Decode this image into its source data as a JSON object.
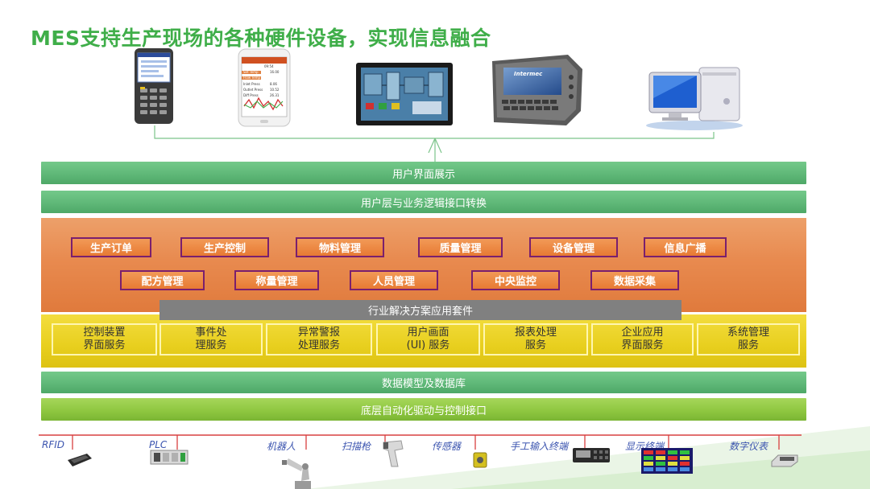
{
  "title": "MES支持生产现场的各种硬件设备，实现信息融合",
  "layers": {
    "ui_display": "用户界面展示",
    "interface_conversion": "用户层与业务逻辑接口转换",
    "industry_suite": "行业解决方案应用套件",
    "data_model": "数据模型及数据库",
    "automation_interface": "底层自动化驱动与控制接口"
  },
  "modules_row1": [
    "生产订单",
    "生产控制",
    "物料管理",
    "质量管理",
    "设备管理",
    "信息广播"
  ],
  "modules_row2": [
    "配方管理",
    "称量管理",
    "人员管理",
    "中央监控",
    "数据采集"
  ],
  "services": [
    {
      "line1": "控制装置",
      "line2": "界面服务"
    },
    {
      "line1": "事件处",
      "line2": "理服务"
    },
    {
      "line1": "异常警报",
      "line2": "处理服务"
    },
    {
      "line1": "用户画面",
      "line2": "(UI) 服务"
    },
    {
      "line1": "报表处理",
      "line2": "服务"
    },
    {
      "line1": "企业应用",
      "line2": "界面服务"
    },
    {
      "line1": "系统管理",
      "line2": "服务"
    }
  ],
  "hardware": [
    "RFID",
    "PLC",
    "机器人",
    "扫描枪",
    "传感器",
    "手工输入终端",
    "显示终端",
    "数字仪表"
  ],
  "device_icons": [
    "handheld-terminal-icon",
    "smartphone-icon",
    "touch-panel-icon",
    "vehicle-terminal-icon",
    "desktop-computer-icon"
  ],
  "phone_screen": {
    "header": "09:54",
    "rows": [
      {
        "label": "Set Temp",
        "value": "16.00"
      },
      {
        "label": "Flow Temp",
        "value": ""
      },
      {
        "label": "Inlet Press",
        "value": "8.06"
      },
      {
        "label": "Outlet Press",
        "value": "10.52"
      },
      {
        "label": "Diff Press",
        "value": "26.31"
      }
    ]
  },
  "terminal_brand": "Intermec",
  "colors": {
    "title": "#3fae49",
    "green_band": "#5fb878",
    "lime_band": "#8dc63f",
    "orange_block": "#e88a4f",
    "module_border": "#7a1f6e",
    "yellow_block": "#e8cf1e",
    "industry_bar": "#808080",
    "hardware_label": "#3d56b0",
    "bus_line": "#d94040"
  }
}
